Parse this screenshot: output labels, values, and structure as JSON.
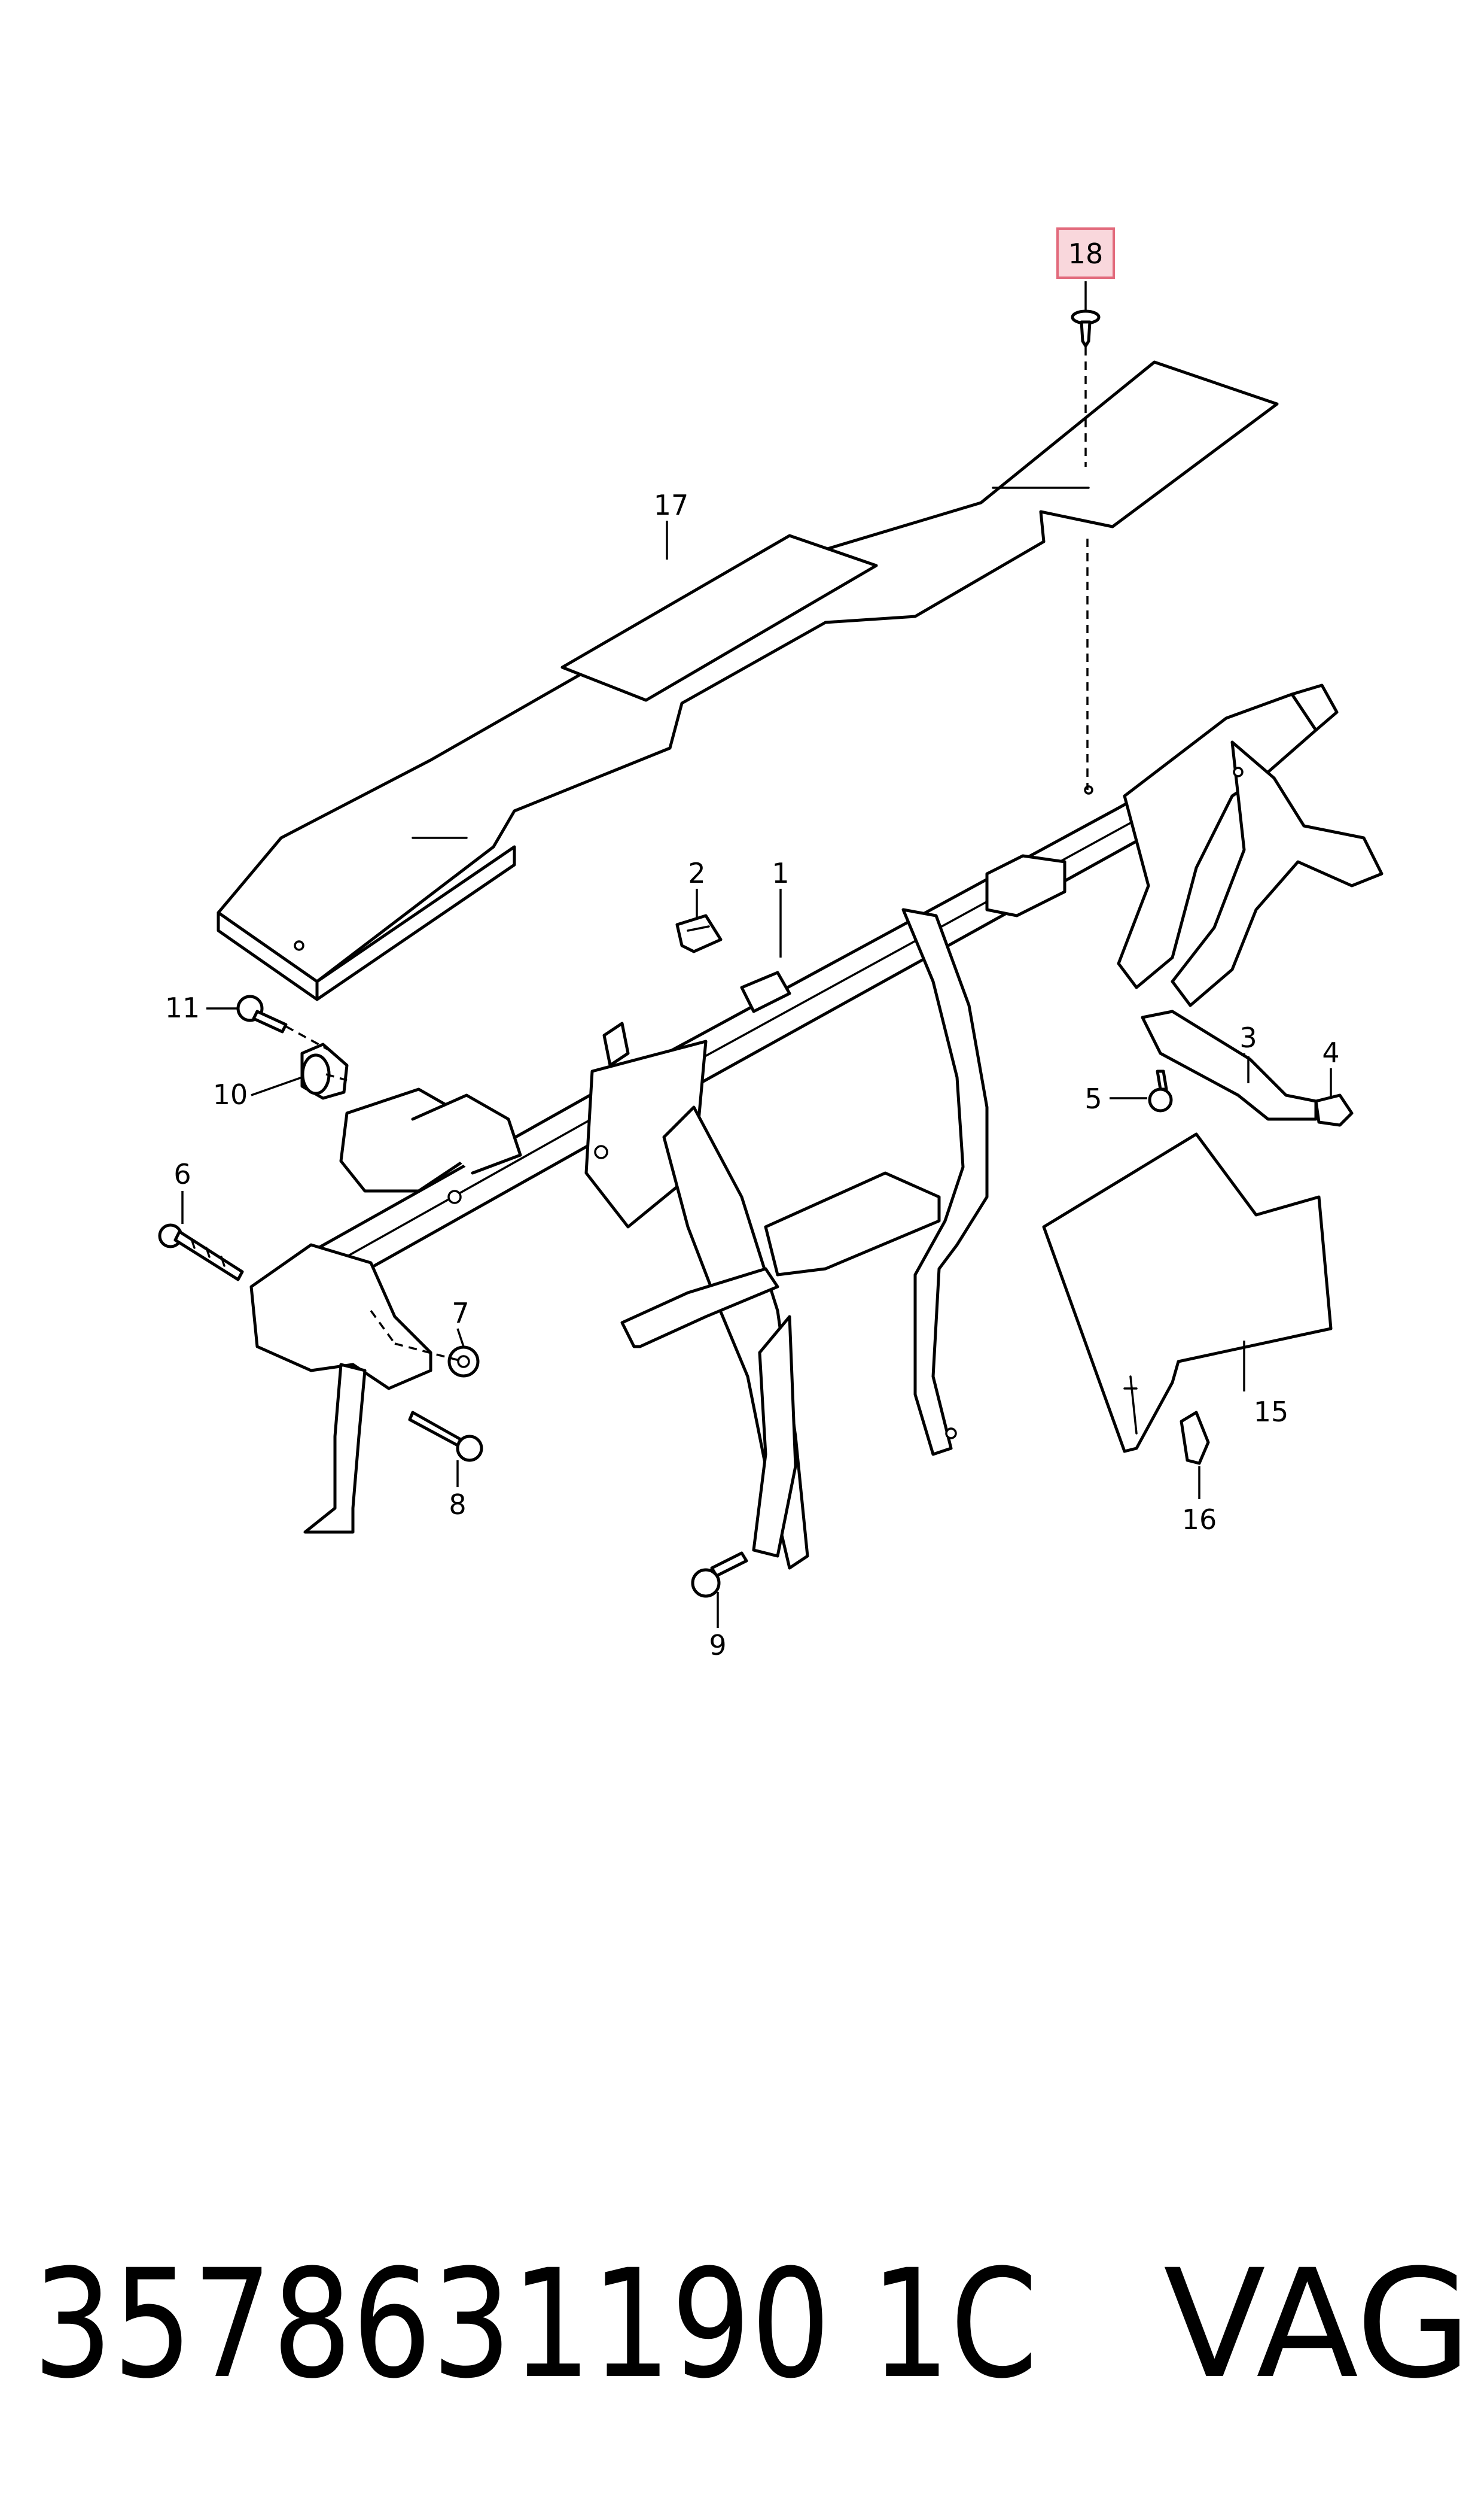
{
  "callouts": {
    "c1": "1",
    "c2": "2",
    "c3": "3",
    "c4": "4",
    "c5": "5",
    "c6": "6",
    "c7": "7",
    "c8": "8",
    "c9": "9",
    "c10": "10",
    "c11": "11",
    "c15": "15",
    "c16": "16",
    "c17": "17",
    "c18": "18"
  },
  "highlight": {
    "part": "18",
    "fill": "#f9d7dc",
    "stroke": "#e26a7c"
  },
  "footer": {
    "part_number": "3578631190 1C",
    "brand": "VAG"
  }
}
